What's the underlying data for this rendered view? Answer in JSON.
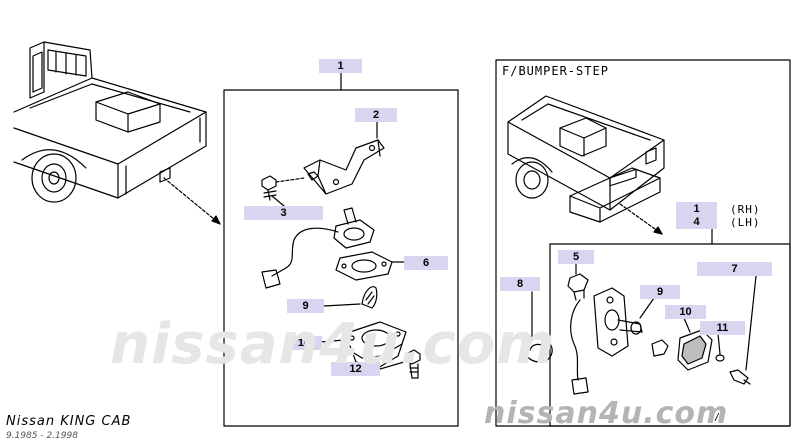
{
  "left_group": {
    "callout": "1",
    "parts": {
      "p2": "2",
      "p3": "3",
      "p6": "6",
      "p9": "9",
      "p10": "10",
      "p12": "12"
    }
  },
  "right_group": {
    "title": "F/BUMPER-STEP",
    "callout_rh": "1",
    "rh_text": "(RH)",
    "callout_lh": "4",
    "lh_text": "(LH)",
    "parts": {
      "p5": "5",
      "p7": "7",
      "p8": "8",
      "p9": "9",
      "p10": "10",
      "p11": "11"
    },
    "corner_mark": "/"
  },
  "watermarks": {
    "center": "nissan4u.com",
    "bottom_right": "nissan4u.com"
  },
  "footer": {
    "model": "Nissan KING CAB",
    "dates": "9.1985 - 2.1998"
  }
}
